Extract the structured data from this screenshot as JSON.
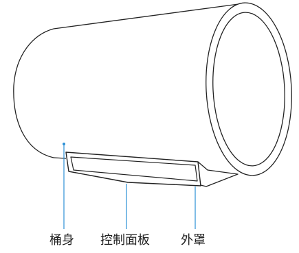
{
  "diagram": {
    "labels": {
      "body": "桶身",
      "control_panel": "控制面板",
      "outer_cover": "外罩"
    },
    "colors": {
      "outline": "#222222",
      "leader_line": "#2a8fd6",
      "background": "#ffffff"
    }
  }
}
